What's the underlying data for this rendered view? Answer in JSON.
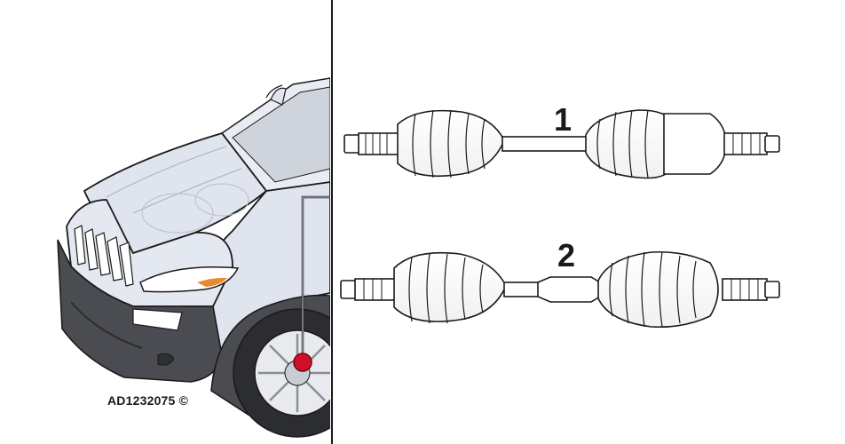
{
  "figure": {
    "id_label": "AD1232075 ©"
  },
  "callouts": {
    "shaft_1": "1",
    "shaft_2": "2"
  },
  "colors": {
    "body_paint": "#dfe4ee",
    "trim": "#4a4c52",
    "marker": "#d0102a",
    "line": "#1a1a1a"
  },
  "icons": {
    "vehicle": "suv-front-icon",
    "location_marker": "red-dot-marker-icon",
    "part_1": "front-drive-shaft-icon",
    "part_2": "front-drive-shaft-icon"
  }
}
